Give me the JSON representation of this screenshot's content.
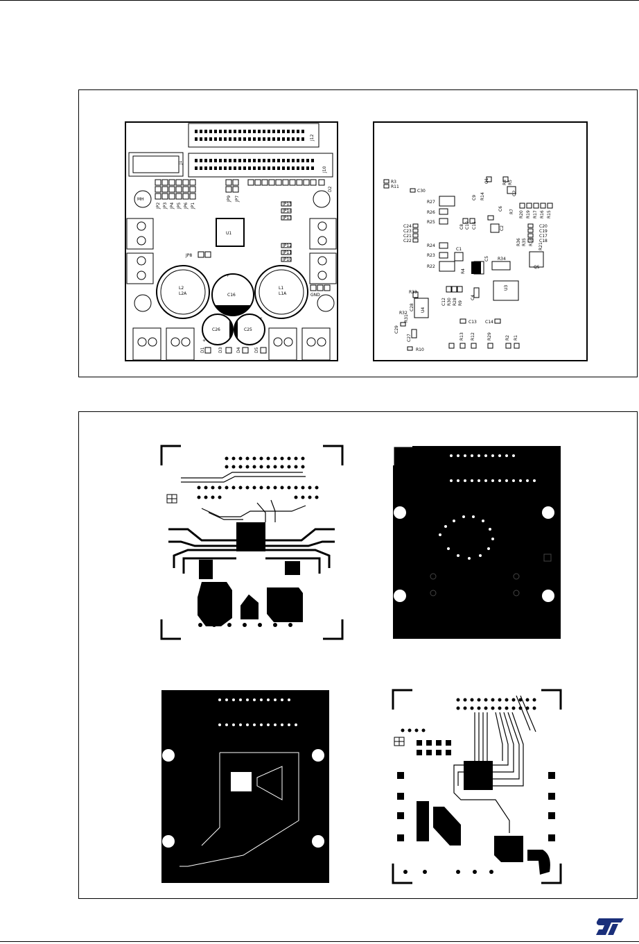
{
  "figure": {
    "silkscreen_top": {
      "designators": [
        "J12",
        "J10",
        "J1",
        "JP2",
        "JP3",
        "JP4",
        "JP5",
        "JP6",
        "JP1",
        "JP9",
        "JP7",
        "JP8",
        "JP15",
        "JP14",
        "JP13",
        "JP12",
        "JP11",
        "JP10",
        "U1",
        "MH",
        "L2",
        "L2A",
        "L1",
        "L1A",
        "C16",
        "C26",
        "C25",
        "D1",
        "D3",
        "D4",
        "D5",
        "GND",
        "D2",
        "+",
        "+",
        "+"
      ]
    },
    "silkscreen_bottom": {
      "designators": [
        "R3",
        "R11",
        "C30",
        "R27",
        "R26",
        "R25",
        "C24",
        "C23",
        "C21",
        "C22",
        "R24",
        "R23",
        "R22",
        "C1",
        "C5",
        "C3",
        "R4",
        "C4",
        "U3",
        "R34",
        "Q5",
        "R14",
        "Q1",
        "Q2",
        "R8",
        "R5",
        "C9",
        "C6",
        "C10",
        "C11",
        "C8",
        "C2",
        "R7",
        "R20",
        "R19",
        "R17",
        "R16",
        "R15",
        "C20",
        "C19",
        "C17",
        "C18",
        "R21",
        "R36",
        "R35",
        "R18",
        "R33",
        "C12",
        "R30",
        "R28",
        "R9",
        "R32",
        "R31",
        "C28",
        "C29",
        "C27",
        "U4",
        "C13",
        "C14",
        "R10",
        "R13",
        "R12",
        "R29",
        "R2",
        "R1"
      ]
    }
  },
  "colors": {
    "ink": "#000000",
    "paper": "#ffffff",
    "logo": "#1a2f7a"
  },
  "logo": {
    "icon": "st-logo-icon"
  }
}
